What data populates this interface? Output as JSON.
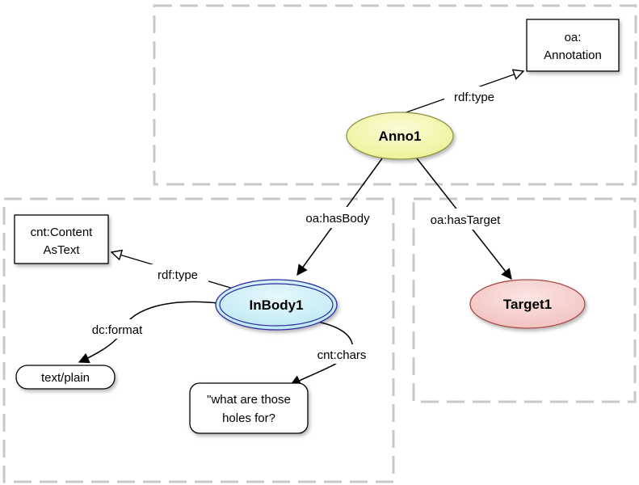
{
  "nodes": {
    "anno1": {
      "label": "Anno1",
      "fill": "#f5f7a9"
    },
    "inbody1": {
      "label": "InBody1",
      "fill": "#cdeff7"
    },
    "target1": {
      "label": "Target1",
      "fill": "#f7d3d0"
    },
    "oa_annotation": {
      "line1": "oa:",
      "line2": "Annotation"
    },
    "content_as_text": {
      "line1": "cnt:Content",
      "line2": "AsText"
    },
    "text_plain": {
      "label": "text/plain"
    },
    "chars_literal": {
      "line1": "\"what are those",
      "line2": "holes for?"
    }
  },
  "edges": {
    "anno_type": "rdf:type",
    "has_body": "oa:hasBody",
    "has_target": "oa:hasTarget",
    "body_type": "rdf:type",
    "format": "dc:format",
    "chars": "cnt:chars"
  },
  "colors": {
    "dashed_border": "#c8c8c8",
    "anno_stroke": "#8f9447",
    "body_stroke": "#2c2ca0",
    "target_stroke": "#a64a46"
  }
}
